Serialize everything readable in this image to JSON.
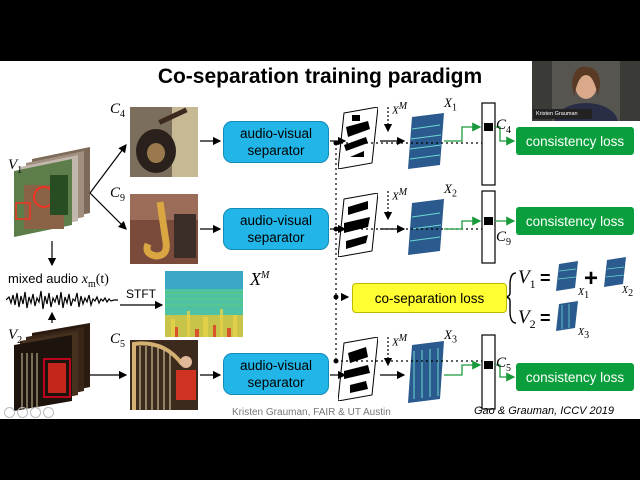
{
  "slide": {
    "title": "Co-separation training paradigm",
    "mixed_audio_label": "mixed audio",
    "stft_label": "STFT",
    "separator_line1": "audio-visual",
    "separator_line2": "separator",
    "consistency_loss_label": "consistency loss",
    "coseparation_loss_label": "co-separation loss",
    "footer": "Kristen Grauman, FAIR & UT Austin",
    "citation": "Gao & Grauman, ICCV 2019"
  },
  "symbols": {
    "V": "V",
    "C": "C",
    "X": "X",
    "M": "M",
    "x_m": "x",
    "m": "m",
    "t": "(t)",
    "sub1": "1",
    "sub2": "2",
    "sub3": "3",
    "sub4": "4",
    "sub5": "5",
    "sub9": "9",
    "equals": "=",
    "plus": "+"
  },
  "video_call": {
    "participant_name": "Kristen Grauman"
  },
  "colors": {
    "separator": "#21b5e8",
    "consistency_loss": "#0a9f3c",
    "coseparation_loss": "#ffff33",
    "connector": "#1a9a3a"
  }
}
